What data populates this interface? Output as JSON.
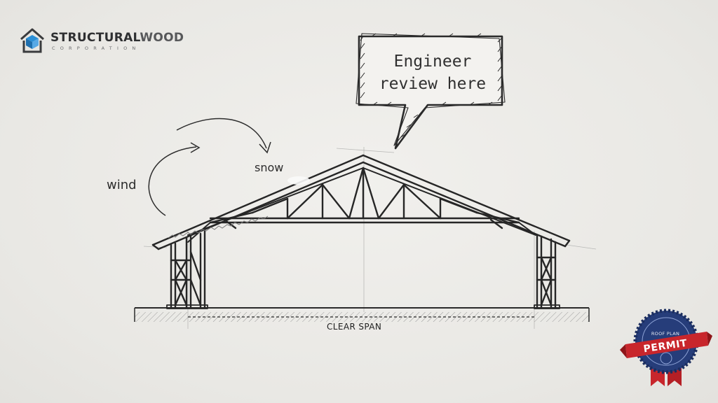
{
  "brand": {
    "name_bold": "STRUCTURAL",
    "name_light": "WOOD",
    "subtitle": "CORPORATION",
    "mark_icon": "house-cube-logo-icon",
    "accent_color": "#2a8fd6"
  },
  "annotations": {
    "wind": "wind",
    "snow": "snow",
    "clear_span": "CLEAR SPAN",
    "callout_line1": "Engineer",
    "callout_line2": "review here"
  },
  "seal": {
    "top_text": "ROOF PLAN",
    "main_text": "PERMIT",
    "badge_color": "#263d7a",
    "ribbon_color": "#c8262c"
  },
  "drawing": {
    "subject": "roof-truss-elevation",
    "ink_color": "#262626"
  }
}
